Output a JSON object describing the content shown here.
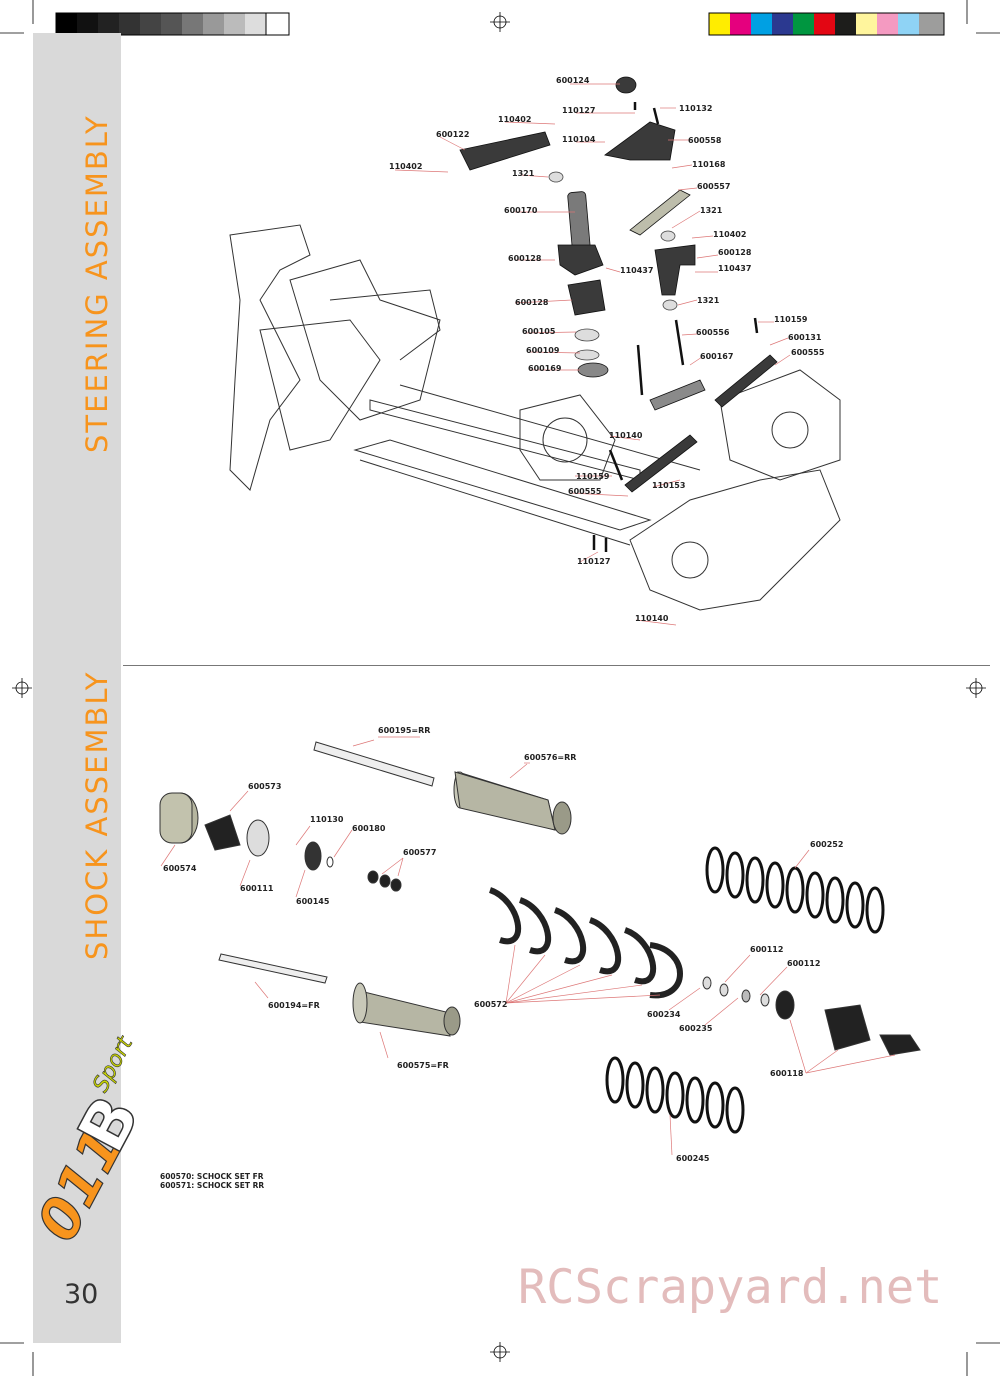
{
  "page": {
    "number": "30",
    "watermark": "RCScrapyard.net",
    "colors": {
      "accent_orange": "#f7941d",
      "sidebar_gray": "#d9d9d9",
      "watermark_pink": "#e3bcbc"
    }
  },
  "sections": {
    "steering": {
      "title": "STEERING  ASSEMBLY"
    },
    "shock": {
      "title": "SHOCK  ASSEMBLY"
    }
  },
  "notes": {
    "line1": "600570: SCHOCK SET FR",
    "line2": "600571: SCHOCK SET RR"
  },
  "steering_parts": [
    "600124",
    "110127",
    "110132",
    "110402",
    "110104",
    "600558",
    "600122",
    "110402",
    "110168",
    "1321",
    "600557",
    "600170",
    "1321",
    "110402",
    "600128",
    "600128",
    "110437",
    "110437",
    "600128",
    "1321",
    "110159",
    "600105",
    "600556",
    "600131",
    "600109",
    "600167",
    "600555",
    "600169",
    "110140",
    "110159",
    "600555",
    "110153",
    "110127",
    "110140"
  ],
  "shock_parts": [
    "600195=RR",
    "600576=RR",
    "600573",
    "110130",
    "600180",
    "600577",
    "600574",
    "600111",
    "600145",
    "600252",
    "600112",
    "600112",
    "600194=FR",
    "600572",
    "600234",
    "600235",
    "600575=FR",
    "600118",
    "600245"
  ]
}
